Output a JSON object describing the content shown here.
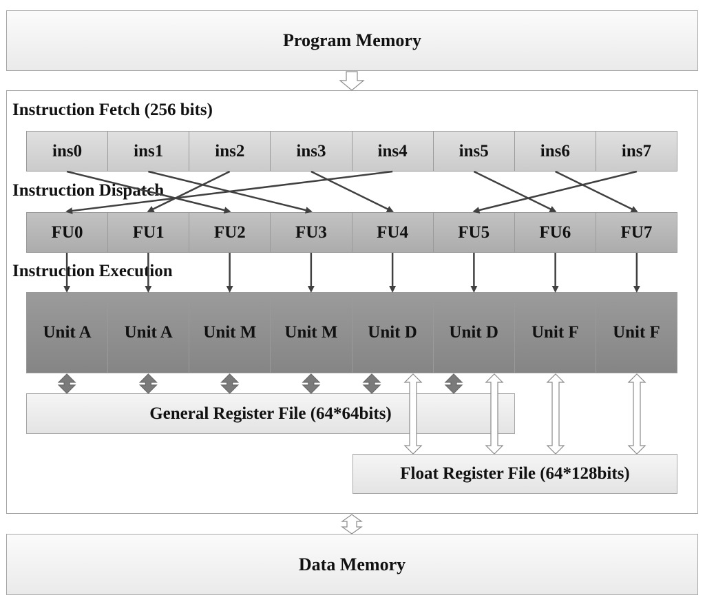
{
  "program_memory": "Program Memory",
  "data_memory": "Data Memory",
  "stages": {
    "fetch": "Instruction Fetch (256 bits)",
    "dispatch": "Instruction Dispatch",
    "execution": "Instruction Execution"
  },
  "instructions": [
    "ins0",
    "ins1",
    "ins2",
    "ins3",
    "ins4",
    "ins5",
    "ins6",
    "ins7"
  ],
  "functional_units": [
    "FU0",
    "FU1",
    "FU2",
    "FU3",
    "FU4",
    "FU5",
    "FU6",
    "FU7"
  ],
  "execution_units": [
    "Unit A",
    "Unit A",
    "Unit M",
    "Unit M",
    "Unit D",
    "Unit D",
    "Unit F",
    "Unit F"
  ],
  "general_register_file": "General Register File (64*64bits)",
  "float_register_file": "Float Register File (64*128bits)",
  "dispatch_mapping": [
    [
      0,
      2
    ],
    [
      1,
      3
    ],
    [
      2,
      1
    ],
    [
      3,
      4
    ],
    [
      4,
      0
    ],
    [
      5,
      6
    ],
    [
      6,
      7
    ],
    [
      7,
      5
    ]
  ],
  "colors": {
    "arrow": "#404040",
    "gpr_arrow": "#7a7a7a",
    "float_arrow": "#ffffff"
  }
}
